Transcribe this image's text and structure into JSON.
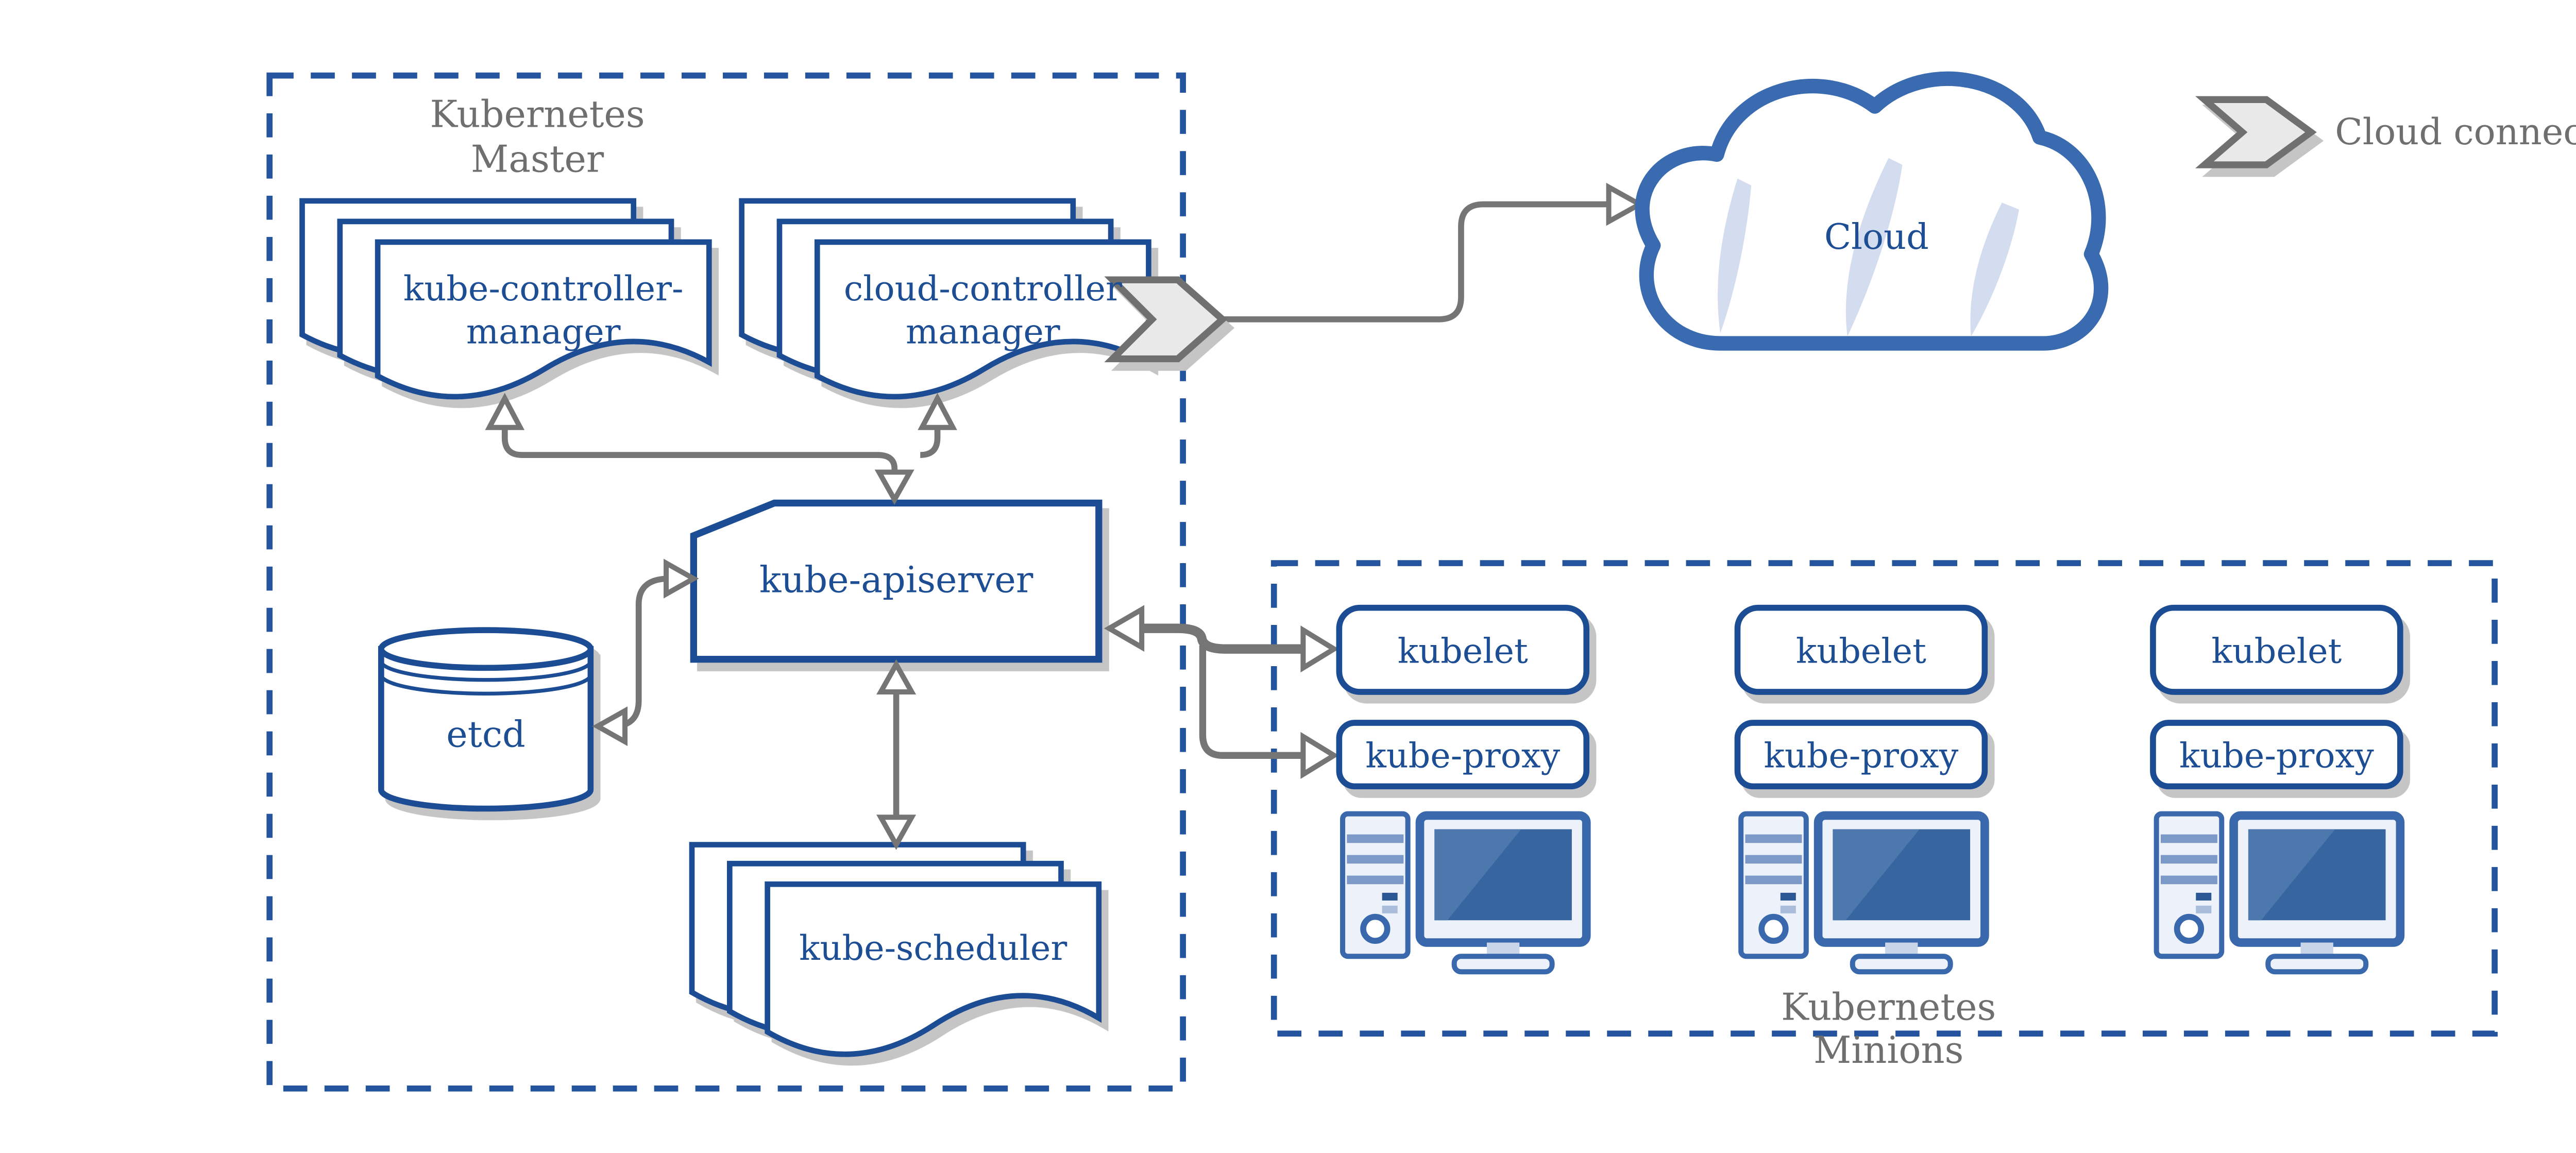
{
  "master": {
    "title_line1": "Kubernetes",
    "title_line2": "Master",
    "kube_controller_manager": {
      "line1": "kube-controller-",
      "line2": "manager"
    },
    "cloud_controller_manager": {
      "line1": "cloud-controller",
      "line2": "manager"
    },
    "kube_apiserver": "kube-apiserver",
    "etcd": "etcd",
    "kube_scheduler": "kube-scheduler"
  },
  "cloud": {
    "label": "Cloud"
  },
  "legend": {
    "cloud_connector": "Cloud connector"
  },
  "minions": {
    "title_line1": "Kubernetes",
    "title_line2": "Minions",
    "nodes": [
      {
        "kubelet": "kubelet",
        "kube_proxy": "kube-proxy"
      },
      {
        "kubelet": "kubelet",
        "kube_proxy": "kube-proxy"
      },
      {
        "kubelet": "kubelet",
        "kube_proxy": "kube-proxy"
      }
    ]
  },
  "colors": {
    "navy": "#1d4e94",
    "dash_blue": "#24549e",
    "cloud_blue": "#3a6bb0",
    "icon_blue": "#3a68ac",
    "screen_blue": "#36659f",
    "screen_highlight": "#4d78ae",
    "light_fill": "#edf2fa",
    "stripe_blue": "#7d99c8",
    "arrow_gray": "#757575",
    "text_gray": "#6f6f6f",
    "chevron_fill": "#e9e9e9",
    "shadow_gray": "#c5c5c5"
  }
}
